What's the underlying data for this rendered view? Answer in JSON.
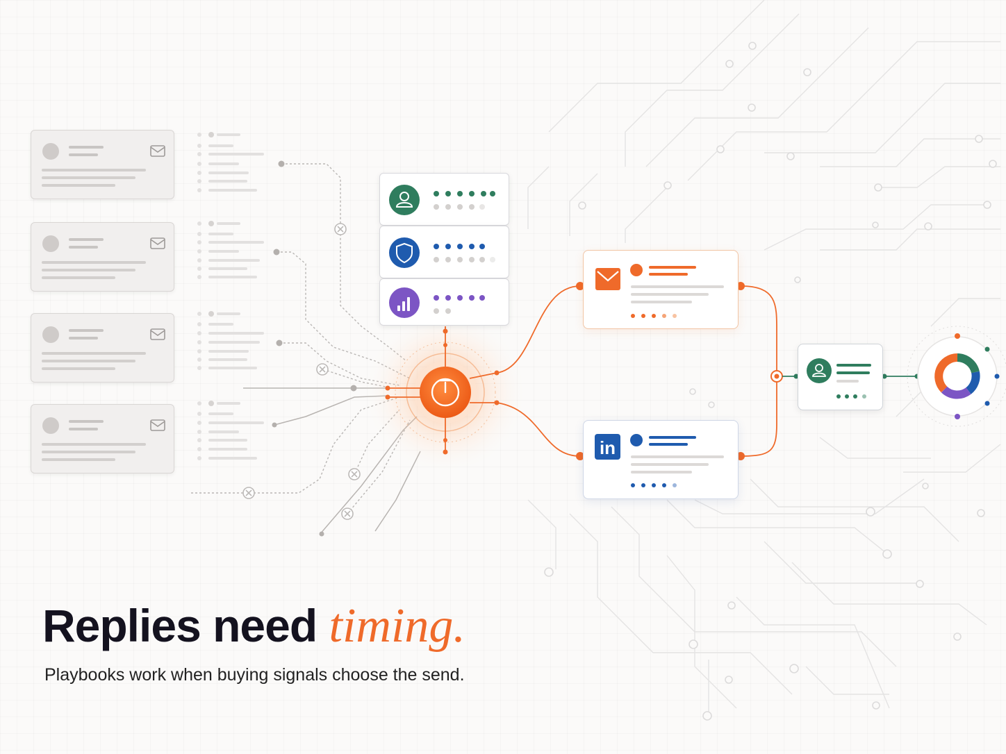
{
  "headline": {
    "lead": "Replies need ",
    "accent": "timing."
  },
  "subline": "Playbooks work when buying signals choose the send.",
  "colors": {
    "accent": "#ef6a2a",
    "green": "#2f7d5e",
    "blue": "#1f5bae",
    "purple": "#7c55c4",
    "muted": "#d4d1cf",
    "linkedin": "#1f5bae"
  },
  "icons": {
    "email_card": "envelope-icon",
    "signal_1": "person-icon",
    "signal_2": "shield-icon",
    "signal_3": "bar-chart-icon",
    "hub": "clock-icon",
    "channel_email": "envelope-icon",
    "channel_linkedin": "linkedin-icon",
    "lead": "person-icon",
    "result": "donut-chart-icon",
    "rejected": "x-circle-icon"
  },
  "channel_linkedin_logo": "in"
}
